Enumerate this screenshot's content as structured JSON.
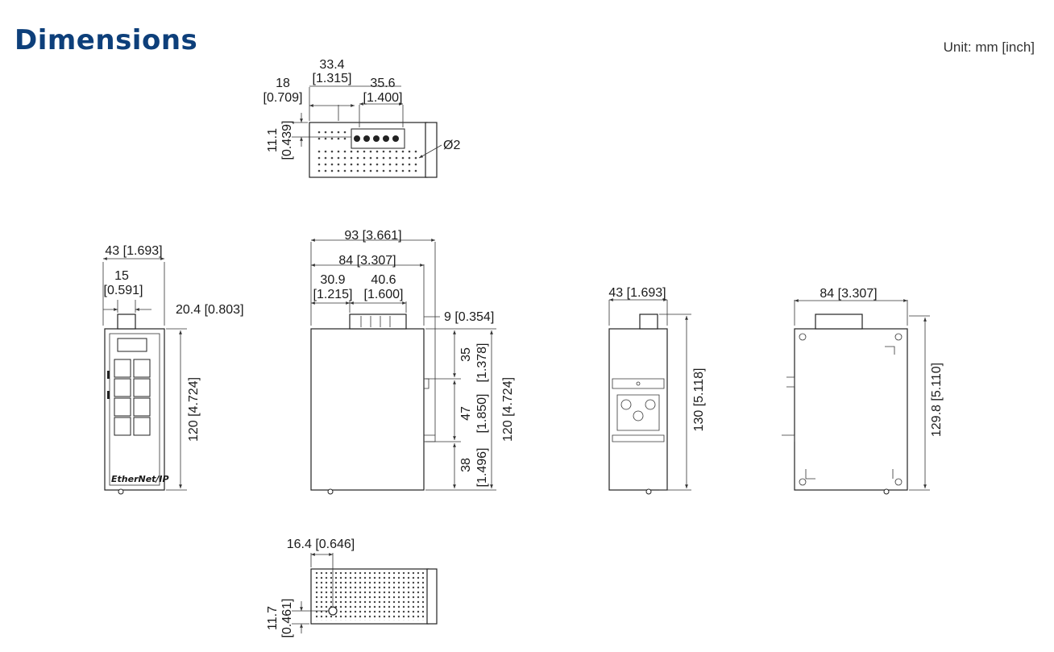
{
  "header": {
    "title": "Dimensions",
    "unit": "Unit: mm [inch]"
  },
  "top_view": {
    "dim_33_4": "33.4",
    "dim_33_4_in": "[1.315]",
    "dim_18": "18",
    "dim_18_in": "[0.709]",
    "dim_35_6": "35.6",
    "dim_35_6_in": "[1.400]",
    "dim_11_1": "11.1",
    "dim_11_1_in": "[0.439]",
    "hole": "Ø2"
  },
  "front_view": {
    "width": "43 [1.693]",
    "dim_15": "15",
    "dim_15_in": "[0.591]",
    "dim_20_4": "20.4 [0.803]",
    "height": "120 [4.724]",
    "logo": "EtherNet/IP"
  },
  "side_view": {
    "width_93": "93 [3.661]",
    "width_84": "84 [3.307]",
    "dim_30_9": "30.9",
    "dim_30_9_in": "[1.215]",
    "dim_40_6": "40.6",
    "dim_40_6_in": "[1.600]",
    "dim_9": "9 [0.354]",
    "dim_35": "35",
    "dim_35_in": "[1.378]",
    "dim_47": "47",
    "dim_47_in": "[1.850]",
    "dim_38": "38",
    "dim_38_in": "[1.496]",
    "height": "120 [4.724]"
  },
  "rear_view": {
    "width": "43 [1.693]",
    "height": "130 [5.118]"
  },
  "right_view": {
    "width": "84 [3.307]",
    "height": "129.8 [5.110]"
  },
  "bottom_view": {
    "dim_16_4": "16.4 [0.646]",
    "dim_11_7": "11.7",
    "dim_11_7_in": "[0.461]"
  }
}
